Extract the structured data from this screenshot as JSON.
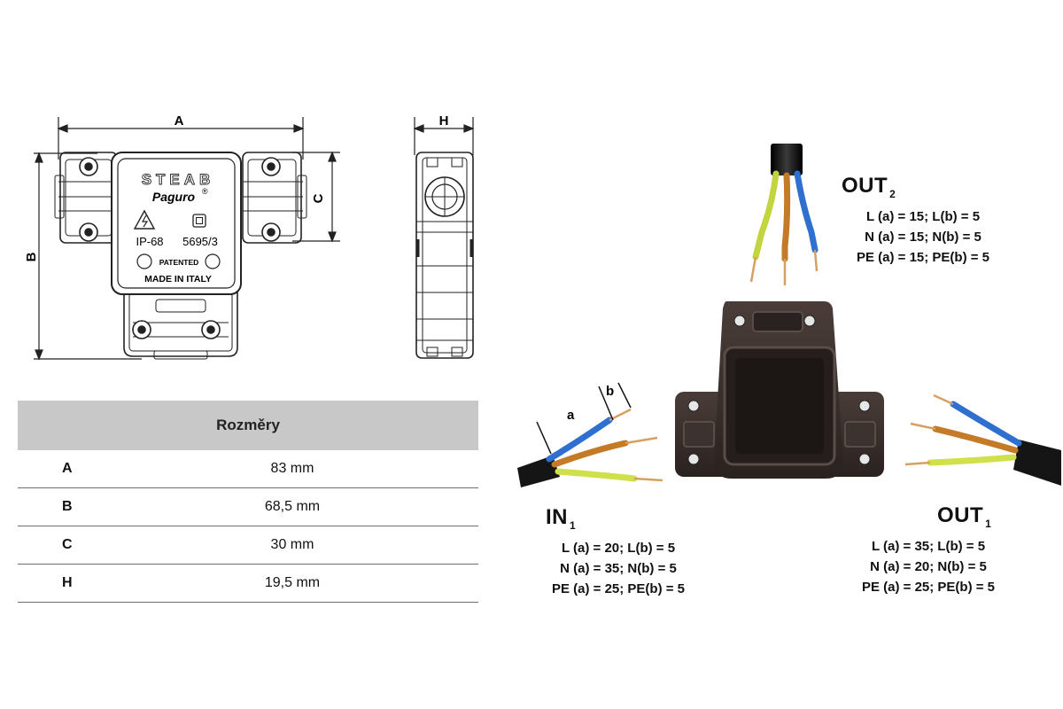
{
  "drawing": {
    "dim_labels": {
      "A": "A",
      "B": "B",
      "C": "C",
      "H": "H"
    },
    "product": {
      "brand": "STEAB",
      "model": "Paguro",
      "registered_mark": "®",
      "ip_rating": "IP-68",
      "code": "5695/3",
      "patented": "PATENTED",
      "origin": "MADE IN ITALY"
    }
  },
  "table": {
    "header": "Rozměry",
    "rows": [
      {
        "key": "A",
        "value": "83 mm"
      },
      {
        "key": "B",
        "value": "68,5 mm"
      },
      {
        "key": "C",
        "value": "30 mm"
      },
      {
        "key": "H",
        "value": "19,5 mm"
      }
    ]
  },
  "cables": {
    "wire_labels": {
      "a": "a",
      "b": "b"
    },
    "out2": {
      "title": "OUT",
      "sub": "2",
      "lines": [
        "L (a) = 15; L(b) = 5",
        "N (a) = 15; N(b) = 5",
        "PE (a) = 15; PE(b) = 5"
      ]
    },
    "in1": {
      "title": "IN",
      "sub": "1",
      "lines": [
        "L (a) = 20; L(b) = 5",
        "N (a) = 35; N(b) = 5",
        "PE (a) = 25; PE(b) = 5"
      ]
    },
    "out1": {
      "title": "OUT",
      "sub": "1",
      "lines": [
        "L (a) = 35; L(b) = 5",
        "N (a) = 20; N(b) = 5",
        "PE (a) = 25; PE(b) = 5"
      ]
    }
  },
  "colors": {
    "wire_blue": "#2f6fd0",
    "wire_brown": "#c47a26",
    "wire_yellow_green": "#cfe04a",
    "copper": "#d8a060",
    "cable_black": "#141414",
    "box_dark": "#3a302d",
    "table_header_bg": "#c8c8c8"
  }
}
